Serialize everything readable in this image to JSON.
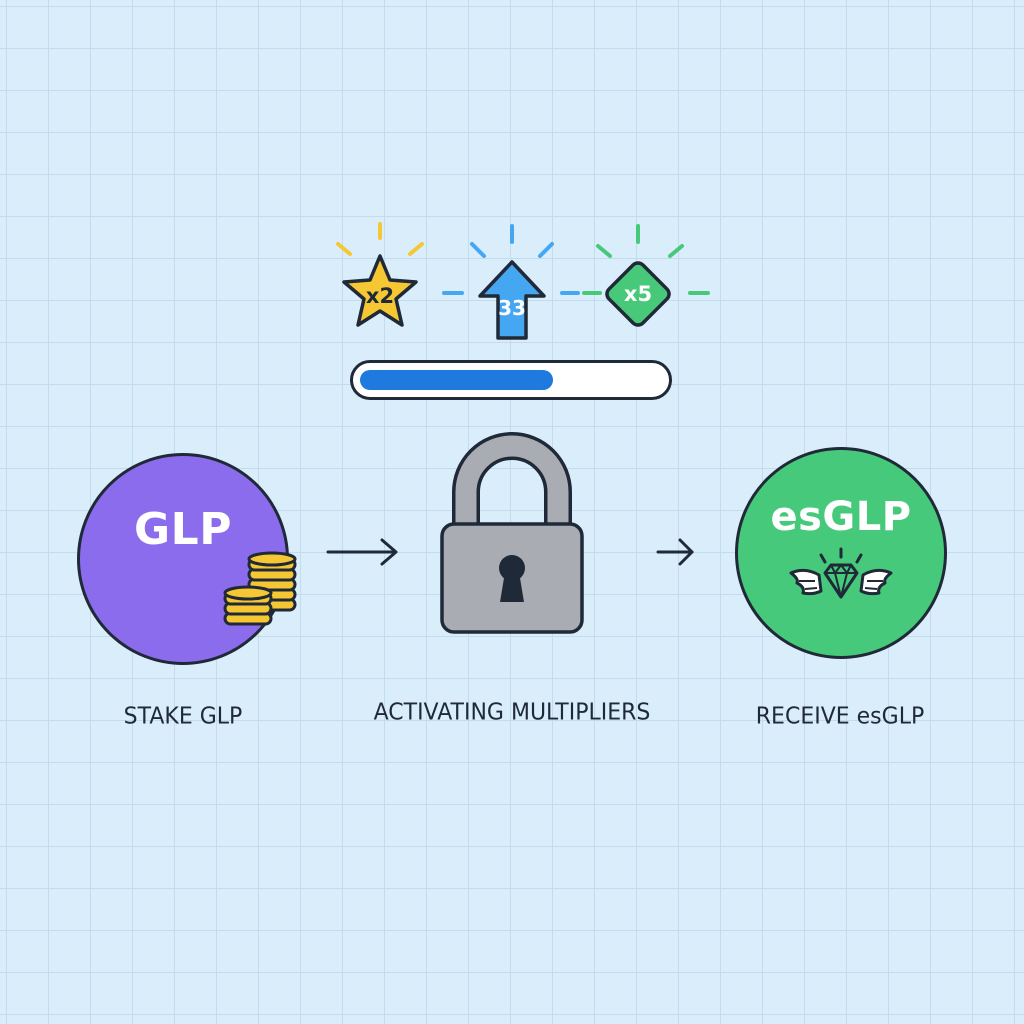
{
  "steps": [
    {
      "circle_text": "GLP",
      "label": "STAKE GLP",
      "color": "#8b6cec"
    },
    {
      "circle_text": "",
      "label": "ACTIVATING MULTIPLIERS",
      "color": "#a9adb3"
    },
    {
      "circle_text": "esGLP",
      "label": "RECEIVE esGLP",
      "color": "#46c97a"
    }
  ],
  "multipliers": [
    {
      "label": "x2",
      "shape": "star",
      "color": "#f5c833"
    },
    {
      "label": "33",
      "shape": "arrow-up",
      "color": "#45a6f2"
    },
    {
      "label": "x5",
      "shape": "diamond",
      "color": "#48c97a"
    }
  ],
  "progress": {
    "fraction": 0.64,
    "color": "#1f7ae0"
  },
  "icons": [
    "coin-stack-icon",
    "padlock-icon",
    "keyhole-icon",
    "winged-diamond-icon",
    "arrow-right-icon",
    "sparkle-rays-icon"
  ]
}
